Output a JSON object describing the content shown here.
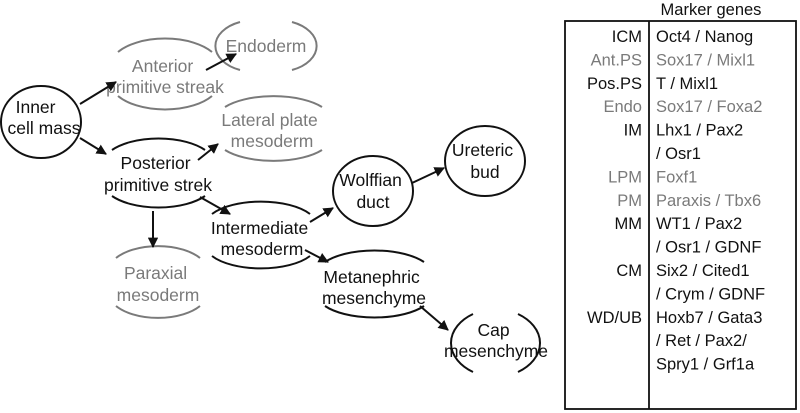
{
  "colors": {
    "black": "#111111",
    "grey": "#7a7a7a"
  },
  "nodes": {
    "icm": {
      "lines": [
        "Inner",
        "cell mass"
      ],
      "style": "black"
    },
    "aps": {
      "lines": [
        "Anterior",
        "primitive streak"
      ],
      "style": "grey"
    },
    "endo": {
      "lines": [
        "Endoderm"
      ],
      "style": "grey"
    },
    "pps": {
      "lines": [
        "Posterior",
        "primitive strek"
      ],
      "style": "black"
    },
    "lpm": {
      "lines": [
        "Lateral plate",
        "mesoderm"
      ],
      "style": "grey"
    },
    "pm": {
      "lines": [
        "Paraxial",
        "mesoderm"
      ],
      "style": "grey"
    },
    "im": {
      "lines": [
        "Intermediate",
        "mesoderm"
      ],
      "style": "black"
    },
    "wd": {
      "lines": [
        "Wolffian",
        "duct"
      ],
      "style": "black"
    },
    "ub": {
      "lines": [
        "Ureteric",
        "bud"
      ],
      "style": "black"
    },
    "mm": {
      "lines": [
        "Metanephric",
        "mesenchyme"
      ],
      "style": "black"
    },
    "cm": {
      "lines": [
        "Cap",
        "mesenchyme"
      ],
      "style": "black"
    }
  },
  "table": {
    "header": "Marker genes",
    "rows": [
      {
        "abbr": "ICM",
        "genes": [
          "Oct4 / Nanog"
        ],
        "style": "black"
      },
      {
        "abbr": "Ant.PS",
        "genes": [
          "Sox17 / Mixl1"
        ],
        "style": "grey"
      },
      {
        "abbr": "Pos.PS",
        "genes": [
          "T / Mixl1"
        ],
        "style": "black"
      },
      {
        "abbr": "Endo",
        "genes": [
          "Sox17 / Foxa2"
        ],
        "style": "grey"
      },
      {
        "abbr": "IM",
        "genes": [
          "Lhx1 / Pax2",
          "/ Osr1"
        ],
        "style": "black"
      },
      {
        "abbr": "LPM",
        "genes": [
          "Foxf1"
        ],
        "style": "grey"
      },
      {
        "abbr": "PM",
        "genes": [
          "Paraxis / Tbx6"
        ],
        "style": "grey"
      },
      {
        "abbr": "MM",
        "genes": [
          "WT1 / Pax2",
          "/ Osr1 / GDNF"
        ],
        "style": "black"
      },
      {
        "abbr": "CM",
        "genes": [
          "Six2 / Cited1",
          "/ Crym / GDNF"
        ],
        "style": "black"
      },
      {
        "abbr": "WD/UB",
        "genes": [
          "Hoxb7 / Gata3",
          "/ Ret / Pax2/",
          "Spry1 / Grf1a"
        ],
        "style": "black"
      }
    ]
  }
}
